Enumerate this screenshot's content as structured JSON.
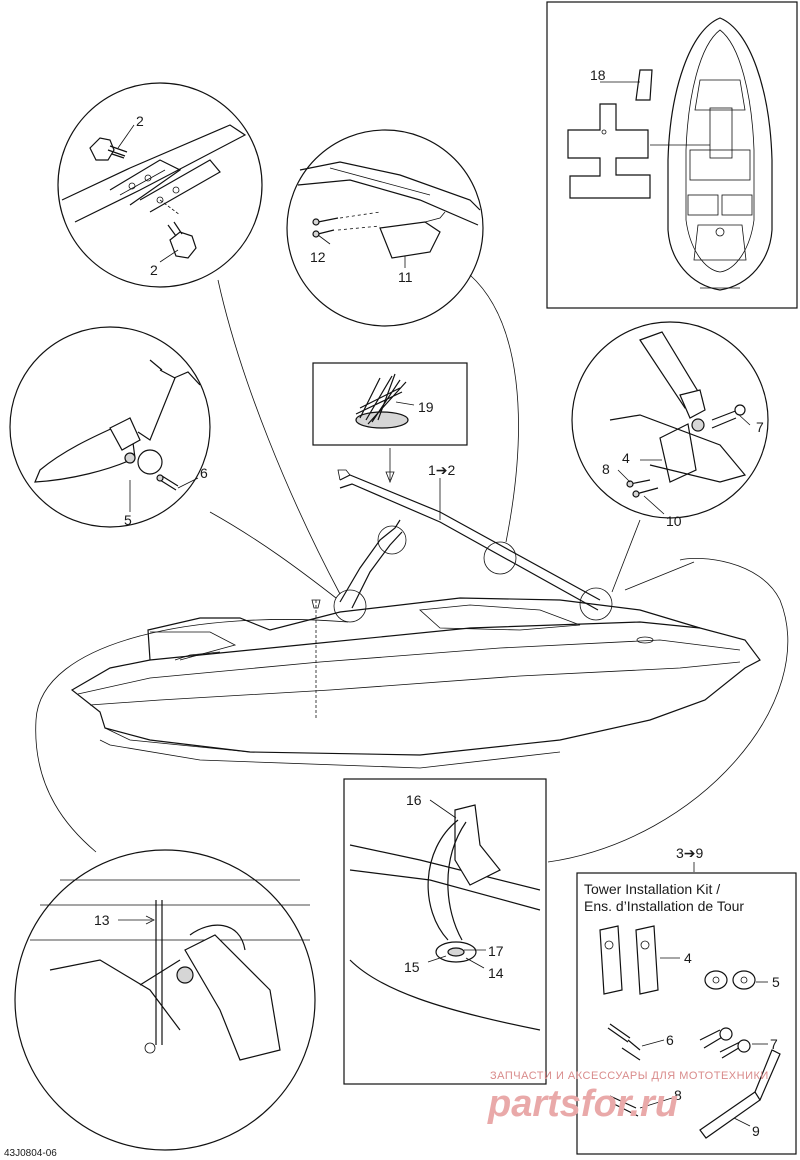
{
  "callouts": {
    "c2a": "2",
    "c2b": "2",
    "c12": "12",
    "c11": "11",
    "c18": "18",
    "c19": "19",
    "c1to2": "1➔2",
    "c5": "5",
    "c6": "6",
    "c7": "7",
    "c4": "4",
    "c8": "8",
    "c10": "10",
    "c16": "16",
    "c17": "17",
    "c15": "15",
    "c14": "14",
    "c13": "13",
    "c3to9": "3➔9",
    "kit4": "4",
    "kit5": "5",
    "kit6": "6",
    "kit7": "7",
    "kit8": "8",
    "kit9": "9"
  },
  "kit": {
    "title_line1": "Tower Installation Kit /",
    "title_line2": "Ens. d’Installation de Tour"
  },
  "doc_id": "43J0804-06",
  "watermark": {
    "small": "ЗАПЧАСТИ И АКСЕССУАРЫ ДЛЯ МОТОТЕХНИКИ",
    "big": "partsfor.ru"
  }
}
